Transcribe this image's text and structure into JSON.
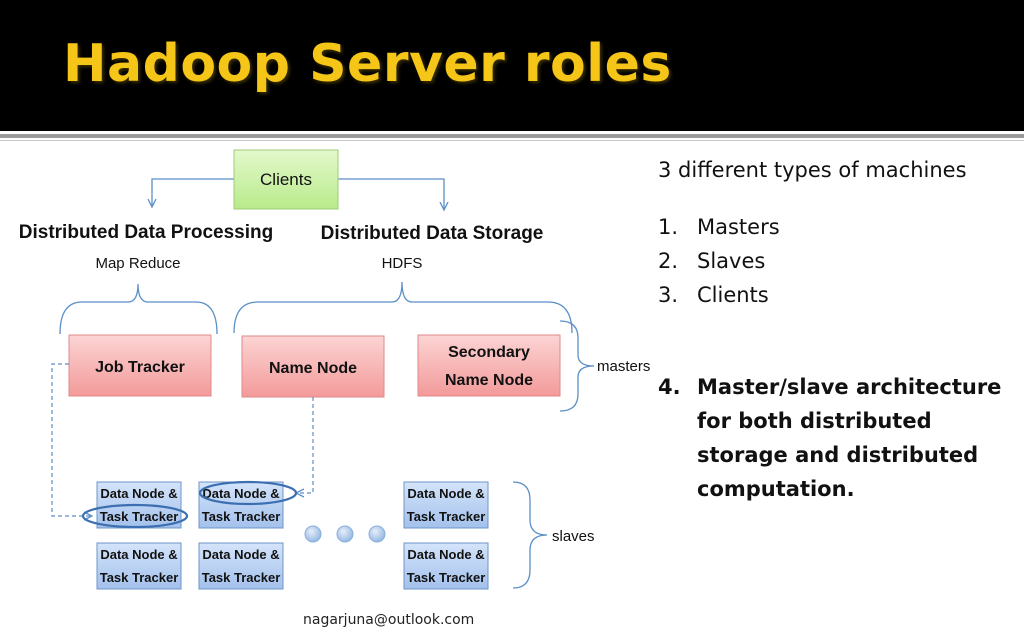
{
  "slide": {
    "title": "Hadoop Server roles",
    "footer": "nagarjuna@outlook.com",
    "title_color": "#f5c518",
    "header_bg": "#000000"
  },
  "diagram": {
    "clients_label": "Clients",
    "processing_title": "Distributed Data Processing",
    "processing_sub": "Map Reduce",
    "storage_title": "Distributed Data Storage",
    "storage_sub": "HDFS",
    "job_tracker": "Job Tracker",
    "name_node": "Name Node",
    "secondary_name_node_line1": "Secondary",
    "secondary_name_node_line2": "Name Node",
    "masters_label": "masters",
    "slaves_label": "slaves",
    "slave_node_line1": "Data Node &",
    "slave_node_line2": "Task Tracker",
    "colors": {
      "clients_fill": "#ccf2a6",
      "master_fill": "#f8b3b3",
      "slave_fill": "#b4cdf0",
      "connector": "#5b8fc7"
    }
  },
  "sidebar": {
    "intro": "3 different types of machines",
    "items": [
      {
        "num": "1.",
        "text": "Masters"
      },
      {
        "num": "2.",
        "text": "Slaves"
      },
      {
        "num": "3.",
        "text": "Clients"
      }
    ],
    "highlight": {
      "num": "4.",
      "text": "Master/slave architecture for both distributed storage and distributed computation."
    }
  }
}
